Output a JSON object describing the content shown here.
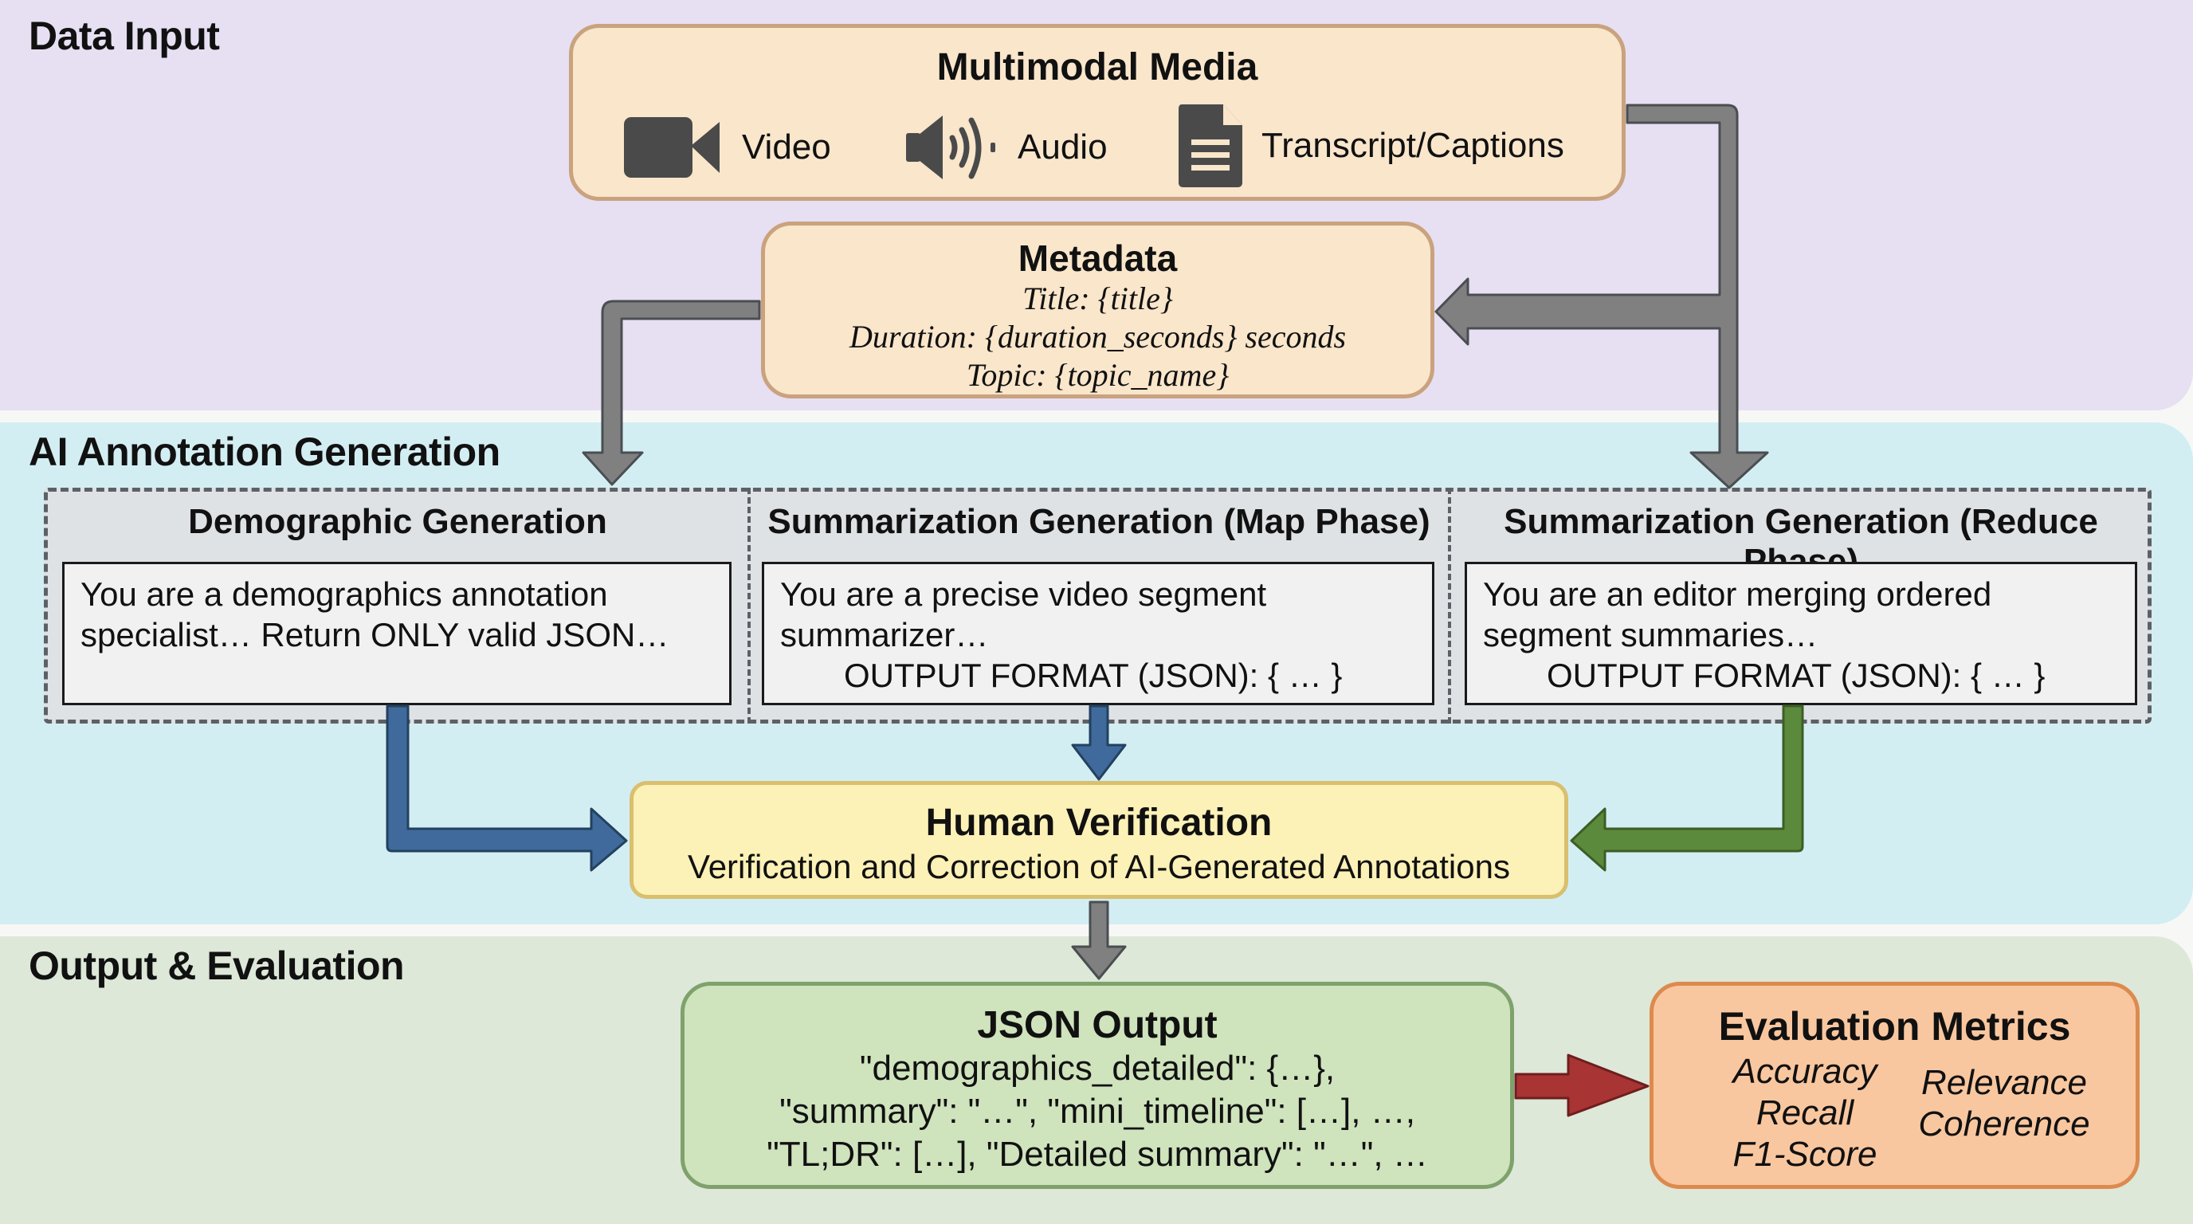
{
  "sections": {
    "data_input": "Data Input",
    "ai_generation": "AI Annotation Generation",
    "output_eval": "Output & Evaluation"
  },
  "multimodal": {
    "title": "Multimodal Media",
    "items": [
      {
        "icon": "video-camera-icon",
        "label": "Video"
      },
      {
        "icon": "speaker-icon",
        "label": "Audio"
      },
      {
        "icon": "document-icon",
        "label": "Transcript/Captions"
      }
    ]
  },
  "metadata": {
    "title": "Metadata",
    "lines": [
      "Title: {title}",
      "Duration: {duration_seconds} seconds",
      "Topic: {topic_name}"
    ]
  },
  "stages": [
    {
      "title": "Demographic Generation",
      "prompt_lines": [
        "You are a demographics annotation",
        "specialist… Return ONLY valid JSON…"
      ],
      "prompt_indented": ""
    },
    {
      "title": "Summarization Generation (Map Phase)",
      "prompt_lines": [
        "You are a precise video segment",
        "summarizer…"
      ],
      "prompt_indented": "OUTPUT FORMAT (JSON): { … }"
    },
    {
      "title": "Summarization Generation (Reduce Phase)",
      "prompt_lines": [
        "You are an editor merging ordered",
        "segment summaries…"
      ],
      "prompt_indented": "OUTPUT FORMAT (JSON): { … }"
    }
  ],
  "human_verification": {
    "title": "Human Verification",
    "subtitle": "Verification and Correction of AI-Generated Annotations"
  },
  "json_output": {
    "title": "JSON Output",
    "lines": [
      "\"demographics_detailed\": {…},",
      "\"summary\": \"…\", \"mini_timeline\": […], …,",
      "\"TL;DR\": […], \"Detailed summary\": \"…\", …"
    ]
  },
  "evaluation": {
    "title": "Evaluation Metrics",
    "left_metrics": [
      "Accuracy",
      "Recall",
      "F1-Score"
    ],
    "right_metrics": [
      "Relevance",
      "Coherence"
    ]
  },
  "colors": {
    "arrow_gray": "#808080",
    "arrow_blue": "#3f6a9b",
    "arrow_green": "#5b8a3c",
    "arrow_red": "#a93434"
  }
}
